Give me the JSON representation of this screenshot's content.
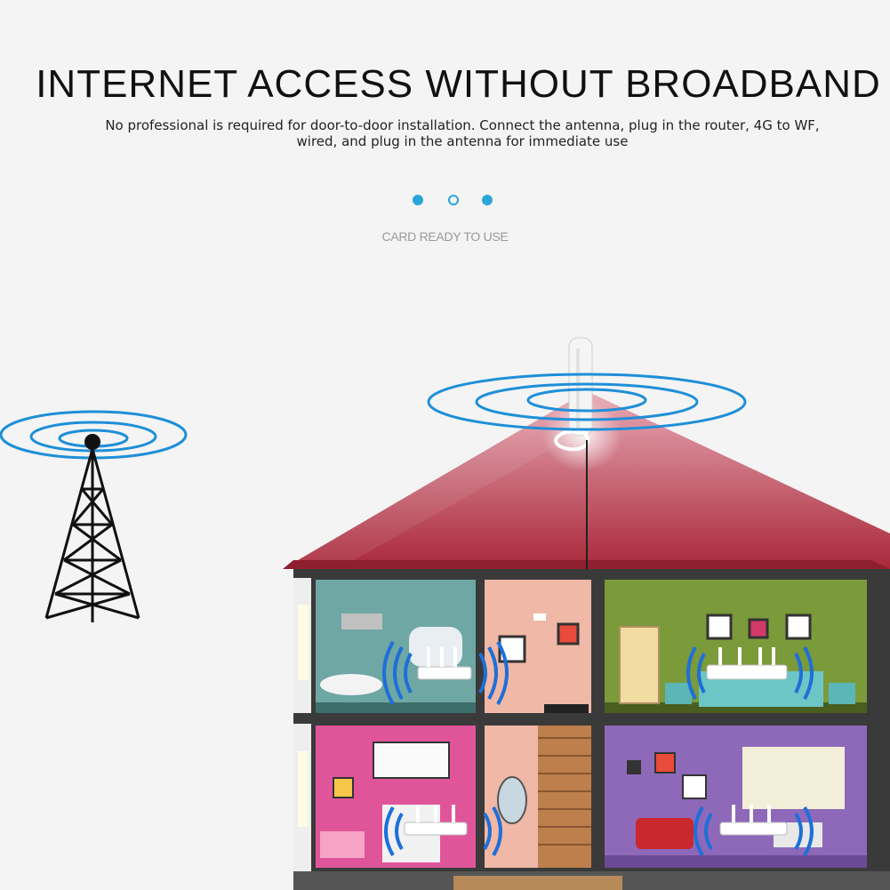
{
  "header": {
    "title": "INTERNET ACCESS WITHOUT BROADBAND",
    "subtitle": "No professional is required for door-to-door installation. Connect the antenna, plug in the router, 4G to WF, wired, and plug in the antenna for immediate use"
  },
  "carousel": {
    "dots": [
      "filled",
      "outline",
      "filled"
    ],
    "accent": "#2aa7d6"
  },
  "caption": "CARD READY TO USE",
  "colors": {
    "signal": "#1e8fd8",
    "roof": "#b8323e",
    "wall": "#3a3a3a"
  },
  "icons": [
    "cell-tower-icon",
    "antenna-icon",
    "router-icon",
    "wifi-wave-icon"
  ]
}
